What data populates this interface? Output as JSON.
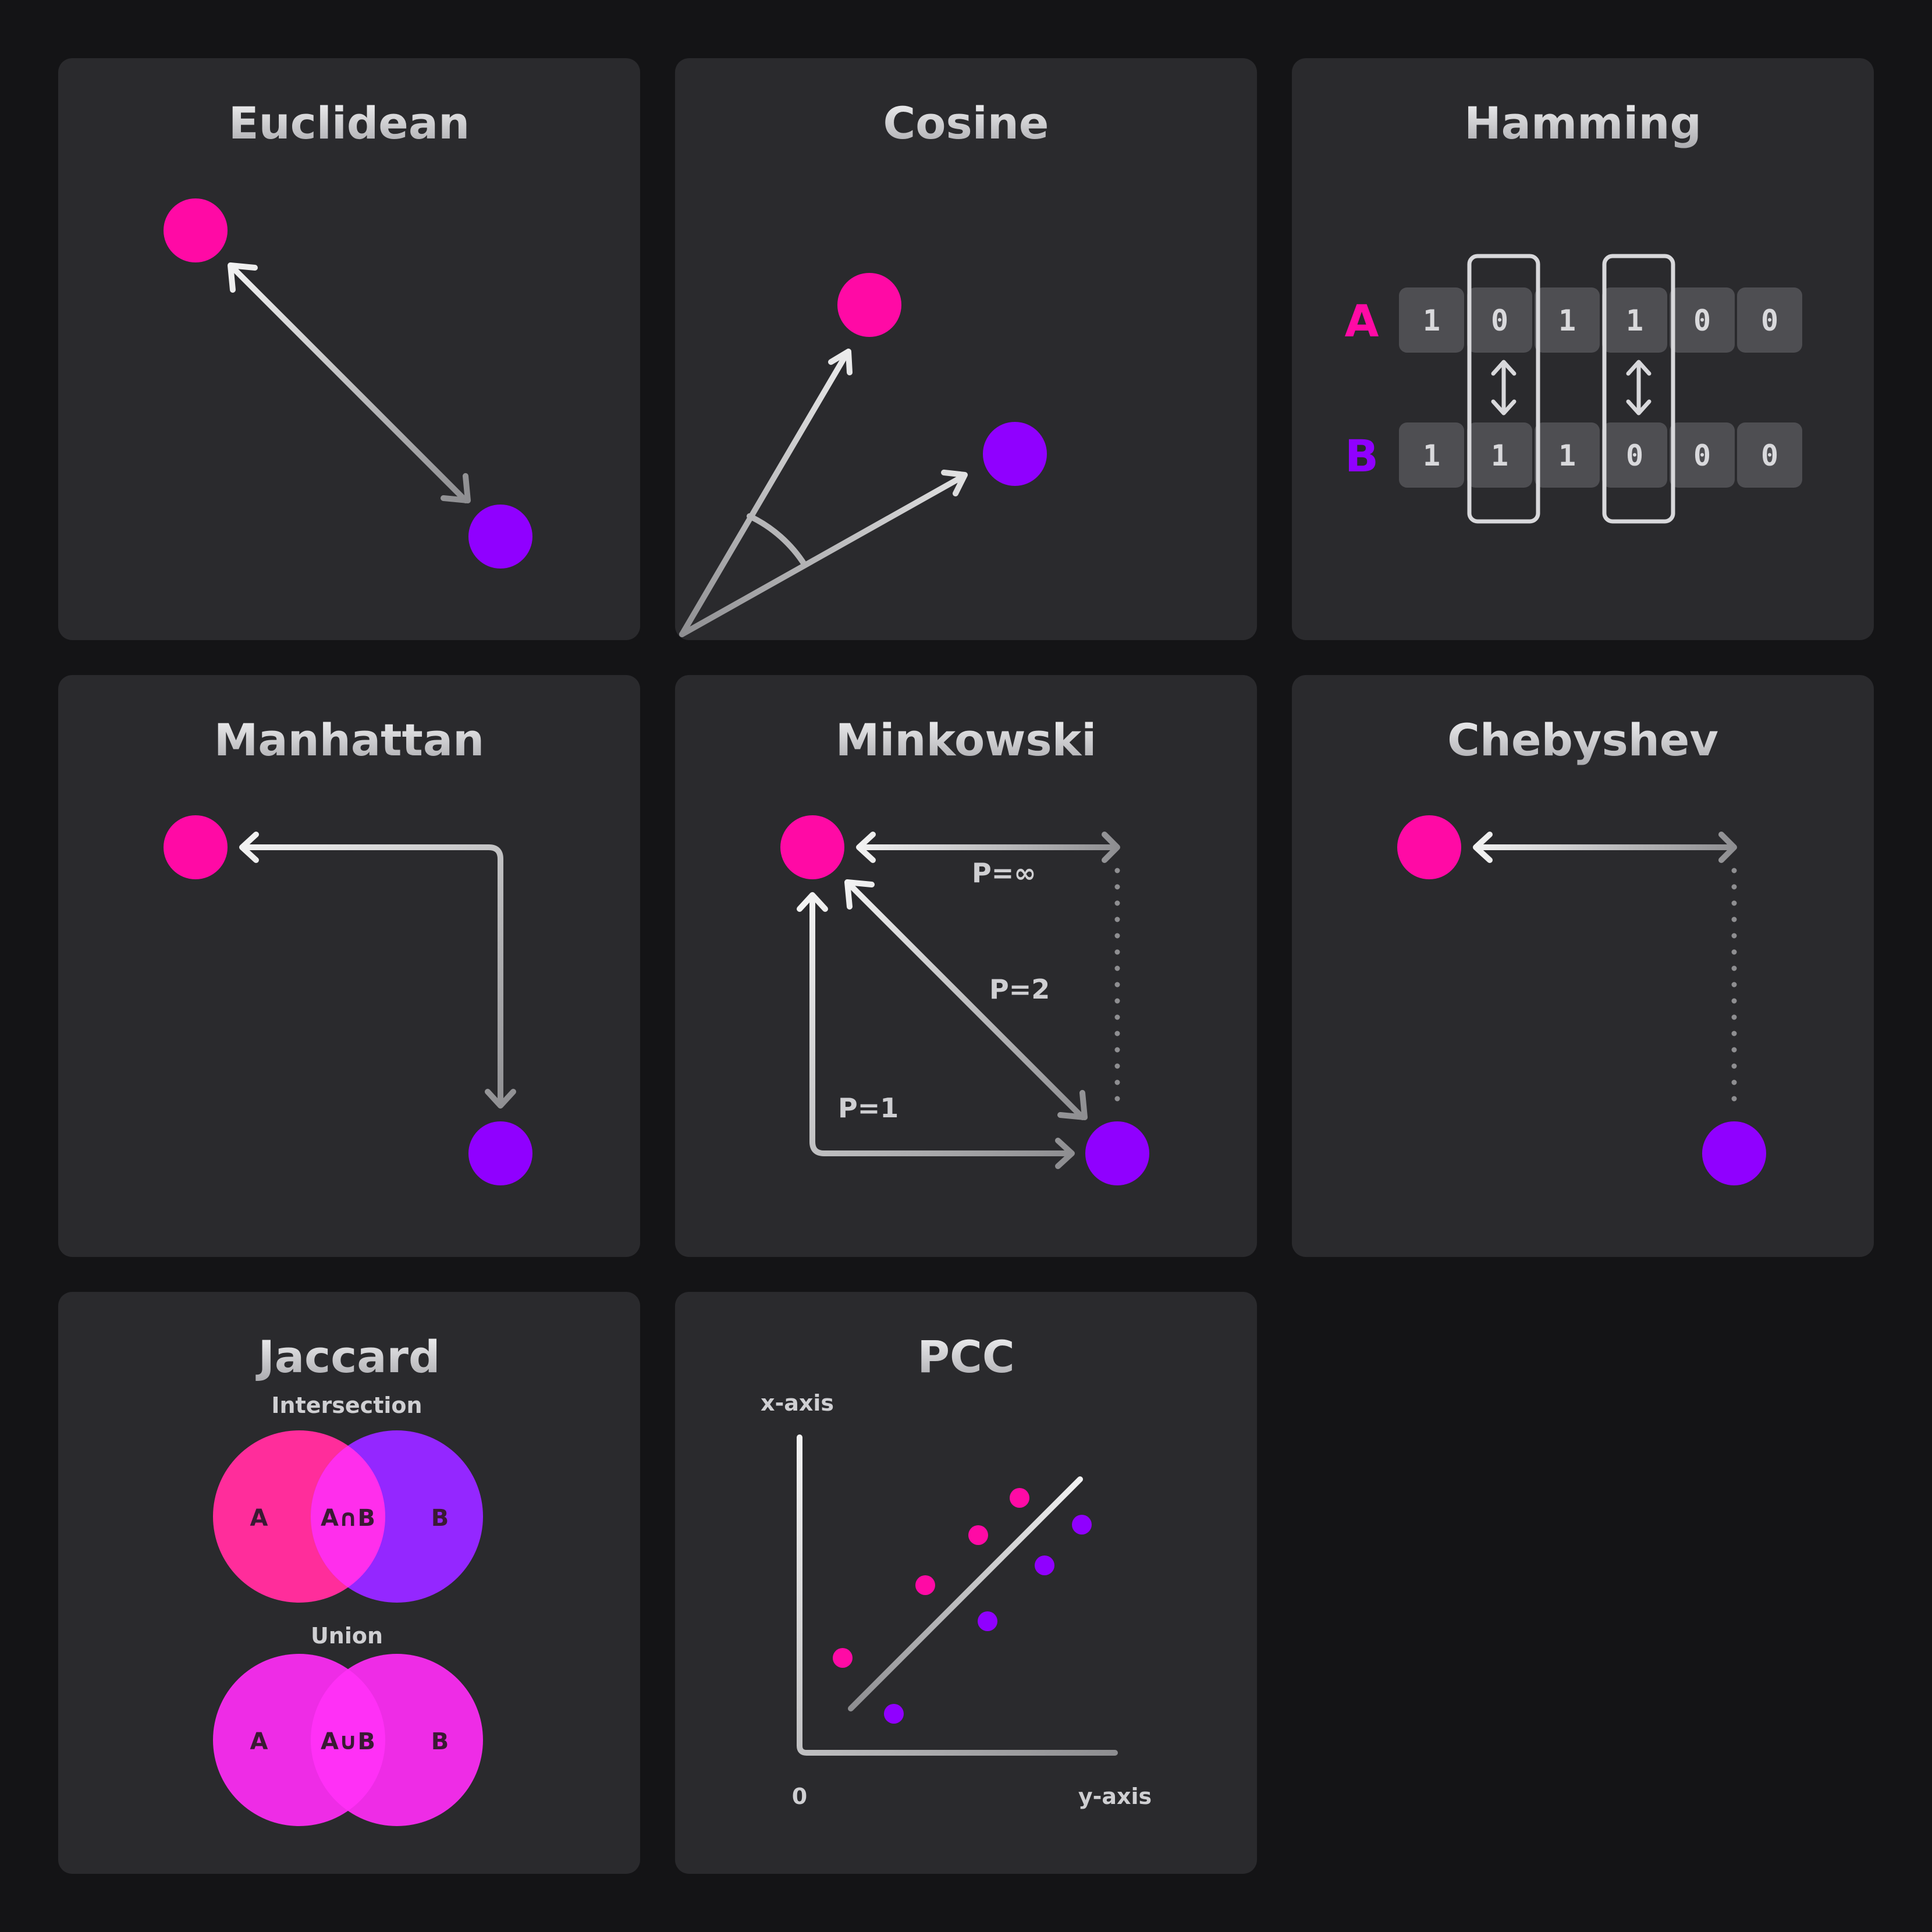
{
  "colors": {
    "background": "#141416",
    "card": "#2a2a2d",
    "point_a": "#ff0aa5",
    "point_b": "#9000ff",
    "line_light": "#f2f2f2",
    "line_dark": "#8e8e91"
  },
  "cards": {
    "euclidean": {
      "title": "Euclidean"
    },
    "cosine": {
      "title": "Cosine"
    },
    "hamming": {
      "title": "Hamming",
      "label_a": "A",
      "label_b": "B",
      "row_a": [
        "1",
        "0",
        "1",
        "1",
        "0",
        "0"
      ],
      "row_b": [
        "1",
        "1",
        "1",
        "0",
        "0",
        "0"
      ],
      "highlighted_columns": [
        1,
        3
      ]
    },
    "manhattan": {
      "title": "Manhattan"
    },
    "minkowski": {
      "title": "Minkowski",
      "label_p_inf": "P=∞",
      "label_p2": "P=2",
      "label_p1": "P=1"
    },
    "chebyshev": {
      "title": "Chebyshev"
    },
    "jaccard": {
      "title": "Jaccard",
      "intersection_label": "Intersection",
      "union_label": "Union",
      "set_a": "A",
      "set_b": "B",
      "intersection_symbol": "A∩B",
      "union_symbol": "A∪B"
    },
    "pcc": {
      "title": "PCC",
      "x_axis_label": "x-axis",
      "y_axis_label": "y-axis",
      "origin_label": "0"
    }
  }
}
